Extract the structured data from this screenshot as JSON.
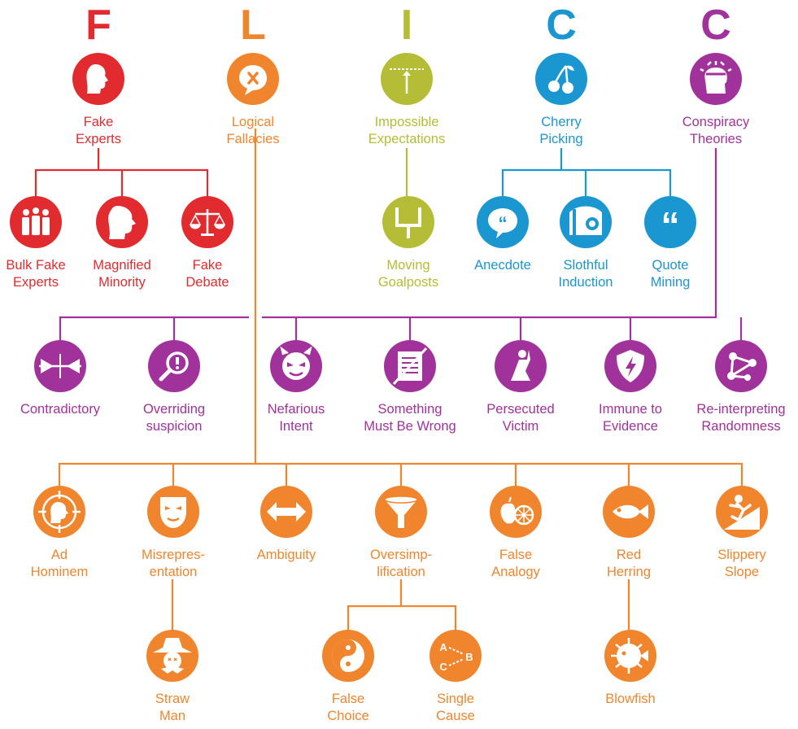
{
  "colors": {
    "F": "#e12b2f",
    "L": "#f0852d",
    "I": "#b4bd35",
    "C1": "#1a96d0",
    "C2": "#a1329c"
  },
  "headers": [
    {
      "letter": "F",
      "color": "F"
    },
    {
      "letter": "L",
      "color": "L"
    },
    {
      "letter": "I",
      "color": "I"
    },
    {
      "letter": "C",
      "color": "C1"
    },
    {
      "letter": "C",
      "color": "C2"
    }
  ],
  "nodes": [
    {
      "id": "fake-experts",
      "lines": [
        "Fake",
        "Experts"
      ],
      "color": "F",
      "icon": "face-profile-icon"
    },
    {
      "id": "logical-fallacies",
      "lines": [
        "Logical",
        "Fallacies"
      ],
      "color": "L",
      "icon": "speech-x-icon"
    },
    {
      "id": "impossible-expectations",
      "lines": [
        "Impossible",
        "Expectations"
      ],
      "color": "I",
      "icon": "bar-arrow-icon"
    },
    {
      "id": "cherry-picking",
      "lines": [
        "Cherry",
        "Picking"
      ],
      "color": "C1",
      "icon": "cherries-icon"
    },
    {
      "id": "conspiracy-theories",
      "lines": [
        "Conspiracy",
        "Theories"
      ],
      "color": "C2",
      "icon": "head-flash-icon"
    },
    {
      "id": "bulk-fake-experts",
      "lines": [
        "Bulk Fake",
        "Experts"
      ],
      "color": "F",
      "icon": "crowd-icon"
    },
    {
      "id": "magnified-minority",
      "lines": [
        "Magnified",
        "Minority"
      ],
      "color": "F",
      "icon": "big-face-icon"
    },
    {
      "id": "fake-debate",
      "lines": [
        "Fake",
        "Debate"
      ],
      "color": "F",
      "icon": "scales-icon"
    },
    {
      "id": "moving-goalposts",
      "lines": [
        "Moving",
        "Goalposts"
      ],
      "color": "I",
      "icon": "goalpost-icon"
    },
    {
      "id": "anecdote",
      "lines": [
        "Anecdote"
      ],
      "color": "C1",
      "icon": "speech-bubble-icon"
    },
    {
      "id": "slothful-induction",
      "lines": [
        "Slothful",
        "Induction"
      ],
      "color": "C1",
      "icon": "sloth-icon"
    },
    {
      "id": "quote-mining",
      "lines": [
        "Quote",
        "Mining"
      ],
      "color": "C1",
      "icon": "quote-marks-icon"
    },
    {
      "id": "contradictory",
      "lines": [
        "Contradictory"
      ],
      "color": "C2",
      "icon": "opposing-arrows-icon"
    },
    {
      "id": "overriding-suspicion",
      "lines": [
        "Overriding",
        "suspicion"
      ],
      "color": "C2",
      "icon": "magnifier-exclaim-icon"
    },
    {
      "id": "nefarious-intent",
      "lines": [
        "Nefarious",
        "Intent"
      ],
      "color": "C2",
      "icon": "devil-face-icon"
    },
    {
      "id": "something-must-be-wrong",
      "lines": [
        "Something",
        "Must Be Wrong"
      ],
      "color": "C2",
      "icon": "crossed-document-icon"
    },
    {
      "id": "persecuted-victim",
      "lines": [
        "Persecuted",
        "Victim"
      ],
      "color": "C2",
      "icon": "kneeling-figure-icon"
    },
    {
      "id": "immune-to-evidence",
      "lines": [
        "Immune to",
        "Evidence"
      ],
      "color": "C2",
      "icon": "shield-bolt-icon"
    },
    {
      "id": "reinterpreting-randomness",
      "lines": [
        "Re-interpreting",
        "Randomness"
      ],
      "color": "C2",
      "icon": "connected-dots-icon"
    },
    {
      "id": "ad-hominem",
      "lines": [
        "Ad",
        "Hominem"
      ],
      "color": "L",
      "icon": "crosshair-head-icon"
    },
    {
      "id": "misrepresentation",
      "lines": [
        "Misrepres-",
        "entation"
      ],
      "color": "L",
      "icon": "mask-icon"
    },
    {
      "id": "ambiguity",
      "lines": [
        "Ambiguity"
      ],
      "color": "L",
      "icon": "double-arrow-icon"
    },
    {
      "id": "oversimplification",
      "lines": [
        "Oversimp-",
        "lification"
      ],
      "color": "L",
      "icon": "funnel-icon"
    },
    {
      "id": "false-analogy",
      "lines": [
        "False",
        "Analogy"
      ],
      "color": "L",
      "icon": "apple-orange-icon"
    },
    {
      "id": "red-herring",
      "lines": [
        "Red",
        "Herring"
      ],
      "color": "L",
      "icon": "fish-icon"
    },
    {
      "id": "slippery-slope",
      "lines": [
        "Slippery",
        "Slope"
      ],
      "color": "L",
      "icon": "sliding-figure-icon"
    },
    {
      "id": "straw-man",
      "lines": [
        "Straw",
        "Man"
      ],
      "color": "L",
      "icon": "scarecrow-icon"
    },
    {
      "id": "false-choice",
      "lines": [
        "False",
        "Choice"
      ],
      "color": "L",
      "icon": "yin-yang-icon"
    },
    {
      "id": "single-cause",
      "lines": [
        "Single",
        "Cause"
      ],
      "color": "L",
      "icon": "abc-arrows-icon"
    },
    {
      "id": "blowfish",
      "lines": [
        "Blowfish"
      ],
      "color": "L",
      "icon": "pufferfish-icon"
    }
  ]
}
